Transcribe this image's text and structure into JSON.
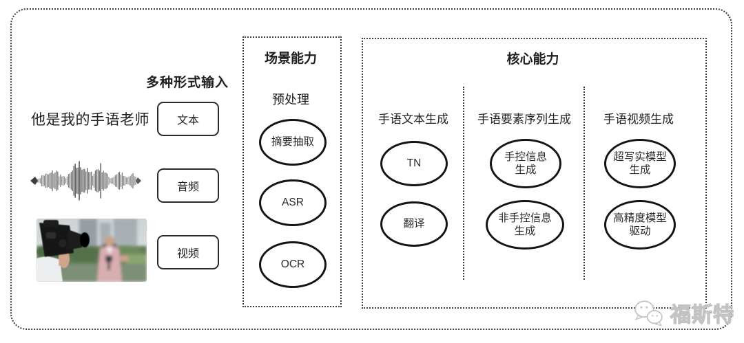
{
  "diagram": {
    "input_section": {
      "header": "多种形式输入",
      "text_sample": "他是我的手语老师",
      "items": [
        {
          "label": "文本"
        },
        {
          "label": "音频"
        },
        {
          "label": "视频"
        }
      ],
      "media": [
        {
          "icon": "audio-waveform-icon"
        },
        {
          "icon": "reporter-photo"
        }
      ]
    },
    "scene_box": {
      "title": "场景能力",
      "subtitle": "预处理",
      "nodes": [
        {
          "label": "摘要抽取"
        },
        {
          "label": "ASR"
        },
        {
          "label": "OCR"
        }
      ]
    },
    "core_box": {
      "title": "核心能力",
      "columns": [
        {
          "header": "手语文本生成",
          "nodes": [
            {
              "label": "TN"
            },
            {
              "label": "翻译"
            }
          ]
        },
        {
          "header": "手语要素序列生成",
          "nodes": [
            {
              "label": "手控信息\n生成"
            },
            {
              "label": "非手控信息\n生成"
            }
          ]
        },
        {
          "header": "手语视频生成",
          "nodes": [
            {
              "label": "超写实模型\n生成"
            },
            {
              "label": "高精度模型\n驱动"
            }
          ]
        }
      ]
    },
    "watermark": {
      "icon": "wechat-bubbles-icon",
      "text": "福斯特"
    },
    "colors": {
      "border_dotted": "#3a3a3a",
      "node_stroke": "#141414",
      "text_primary": "#1f1f1f",
      "watermark_gray": "#c3c3c3",
      "background": "#ffffff"
    }
  }
}
